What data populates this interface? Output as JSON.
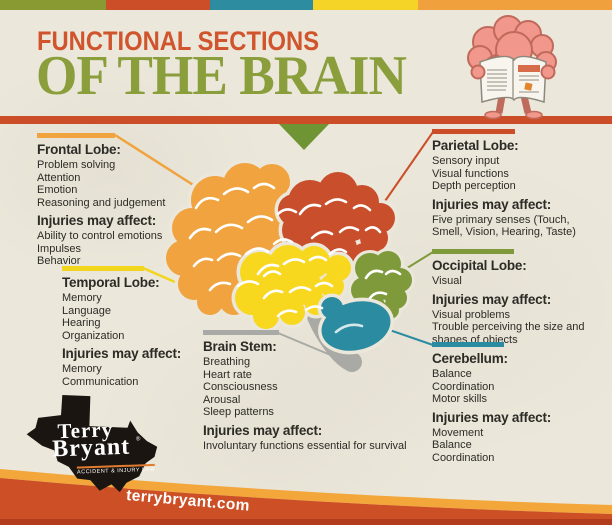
{
  "header": {
    "title_line1": "FUNCTIONAL SECTIONS",
    "title_line2": "OF THE BRAIN",
    "top_bar_colors": [
      "#8a9a33",
      "#cc4e28",
      "#2e8ca0",
      "#f5d327",
      "#f0a03c"
    ],
    "divider_color": "#cc4e28",
    "arrow_color": "#6f9433"
  },
  "sections": {
    "frontal": {
      "title": "Frontal Lobe:",
      "functions": [
        "Problem solving",
        "Attention",
        "Emotion",
        "Reasoning and judgement"
      ],
      "injuries_title": "Injuries may affect:",
      "injuries": [
        "Ability to control emotions",
        "Impulses",
        "Behavior"
      ],
      "accent": "#f0a33e"
    },
    "parietal": {
      "title": "Parietal Lobe:",
      "functions": [
        "Sensory input",
        "Visual functions",
        "Depth perception"
      ],
      "injuries_title": "Injuries may affect:",
      "injuries": [
        "Five primary senses (Touch, Smell, Vision, Hearing, Taste)"
      ],
      "accent": "#cc4e28"
    },
    "temporal": {
      "title": "Temporal Lobe:",
      "functions": [
        "Memory",
        "Language",
        "Hearing",
        "Organization"
      ],
      "injuries_title": "Injuries may affect:",
      "injuries": [
        "Memory",
        "Communication"
      ],
      "accent": "#f2d51d"
    },
    "occipital": {
      "title": "Occipital Lobe:",
      "functions": [
        "Visual"
      ],
      "injuries_title": "Injuries may affect:",
      "injuries": [
        "Visual problems",
        "Trouble perceiving the size and shapes of objects"
      ],
      "accent": "#7e9a3b"
    },
    "brainstem": {
      "title": "Brain Stem:",
      "functions": [
        "Breathing",
        "Heart rate",
        "Consciousness",
        "Arousal",
        "Sleep patterns"
      ],
      "injuries_title": "Injuries may affect:",
      "injuries": [
        "Involuntary functions essential for survival"
      ],
      "accent": "#a9a9a5"
    },
    "cerebellum": {
      "title": "Cerebellum:",
      "functions": [
        "Balance",
        "Coordination",
        "Motor skills"
      ],
      "injuries_title": "Injuries may affect:",
      "injuries": [
        "Movement",
        "Balance",
        "Coordination"
      ],
      "accent": "#2b8ba1"
    }
  },
  "brain_colors": {
    "frontal": "#f0a33e",
    "parietal": "#c94e2b",
    "temporal": "#f8d71f",
    "occipital": "#7e9a3b",
    "cerebellum": "#2b8ba1",
    "brain_stem": "#a9a9a5"
  },
  "logo": {
    "line1": "Terry",
    "line2": "Bryant",
    "reg": "®",
    "tagline": "ACCIDENT & INJURY LAW"
  },
  "footer": {
    "url": "terrybryant.com",
    "band_color": "#cc4f26",
    "stripe_color": "#f3a73b"
  }
}
